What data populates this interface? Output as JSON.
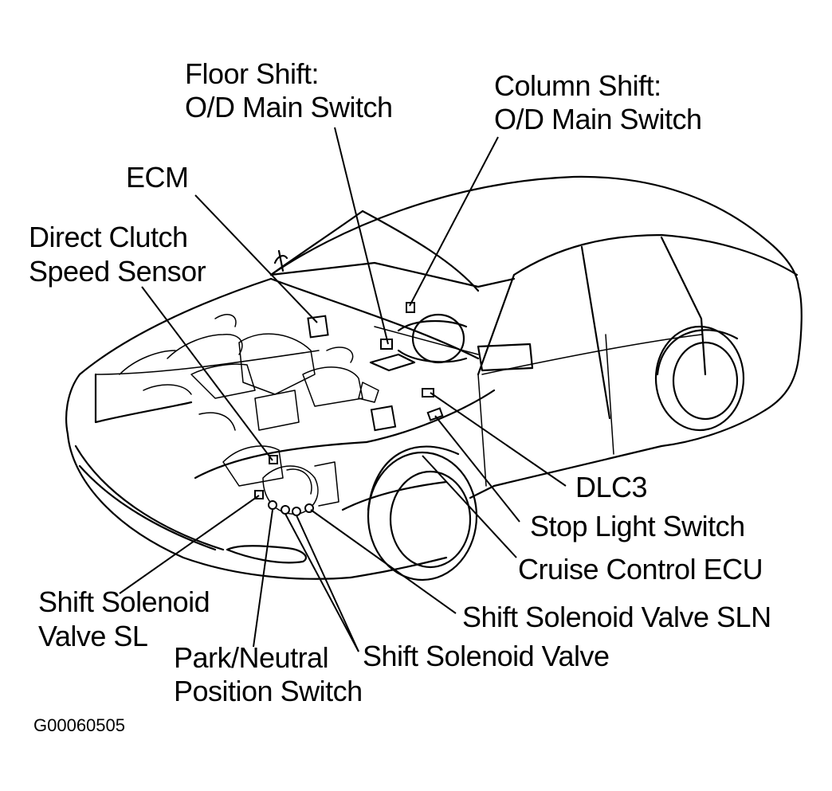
{
  "labels": {
    "floor_shift_line1": "Floor Shift:",
    "floor_shift_line2": "O/D Main Switch",
    "column_shift_line1": "Column Shift:",
    "column_shift_line2": "O/D Main Switch",
    "ecm": "ECM",
    "direct_clutch_line1": "Direct Clutch",
    "direct_clutch_line2": "Speed Sensor",
    "dlc3": "DLC3",
    "stop_light_switch": "Stop Light Switch",
    "cruise_control_ecu": "Cruise Control ECU",
    "shift_solenoid_sln": "Shift Solenoid Valve SLN",
    "shift_solenoid_sl_line1": "Shift Solenoid",
    "shift_solenoid_sl_line2": "Valve SL",
    "park_neutral_line1": "Park/Neutral",
    "park_neutral_line2": "Position Switch",
    "shift_solenoid_valve": "Shift Solenoid Valve"
  },
  "figure_code": "G00060505"
}
